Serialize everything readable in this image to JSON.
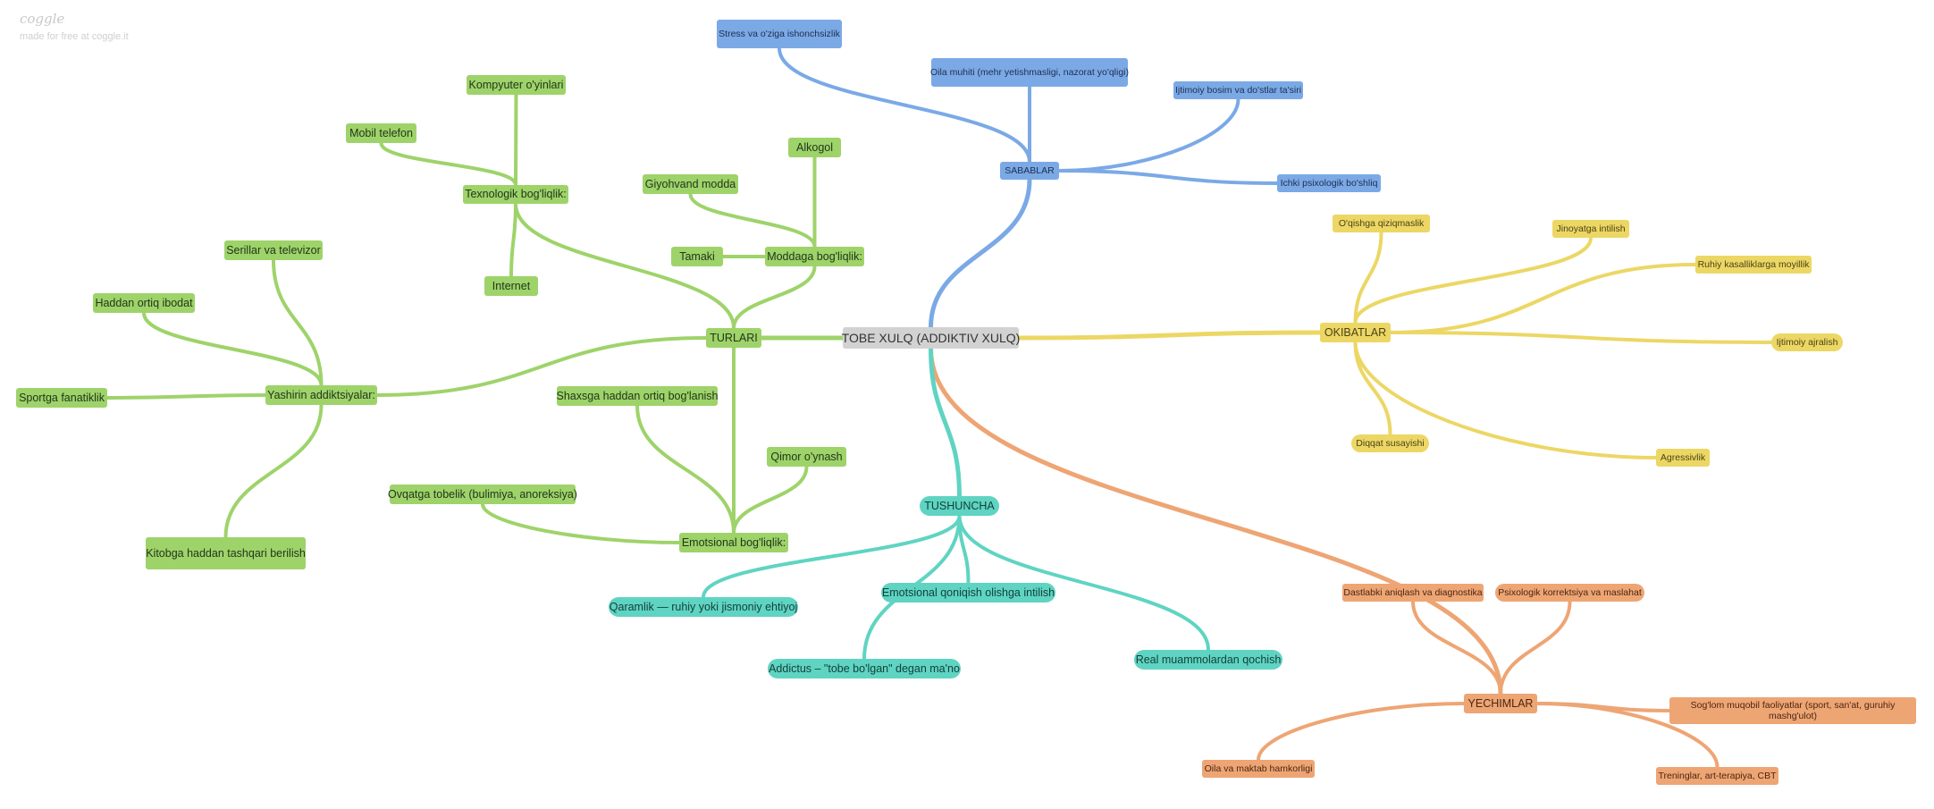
{
  "brand": {
    "logo": "coggle",
    "tagline": "made for free at coggle.it"
  },
  "colors": {
    "green": "#9ed36a",
    "blue": "#7ba9e6",
    "yellow": "#ecd765",
    "teal": "#5fd4c2",
    "orange": "#eea574",
    "center": "#d2d2d2"
  },
  "mindmap": {
    "central": "TOBE XULQ (ADDIKTIV XULQ)",
    "sabablar": {
      "title": "SABABLAR",
      "items": [
        "Stress va o'ziga ishonchsizlik",
        "Oila muhiti (mehr yetishmasligi, nazorat yo'qligi)",
        "Ijtimoiy bosim va do'stlar ta'siri",
        "Ichki psixologik bo'shliq"
      ]
    },
    "okibatlar": {
      "title": "OKIBATLAR",
      "items": [
        "O'qishga qiziqmaslik",
        "Jinoyatga intilish",
        "Ruhiy kasalliklarga moyillik",
        "Ijtimoiy ajralish",
        "Agressivlik",
        "Diqqat susayishi"
      ]
    },
    "yechimlar": {
      "title": "YECHIMLAR",
      "items": [
        "Dastlabki aniqlash va diagnostika",
        "Psixologik korrektsiya va maslahat",
        "Sog'lom muqobil faoliyatlar (sport, san'at, guruhiy mashg'ulot)",
        "Treninglar, art-terapiya, CBT",
        "Oila va maktab hamkorligi"
      ]
    },
    "tushuncha": {
      "title": "TUSHUNCHA",
      "items": [
        "Emotsional qoniqish olishga intilish",
        "Qaramlik — ruhiy yoki jismoniy ehtiyoj",
        "Addictus – \"tobe bo'lgan\" degan ma'no",
        "Real muammolardan qochish"
      ]
    },
    "turlari": {
      "title": "TURLARI",
      "texnologik": {
        "title": "Texnologik bog'liqlik:",
        "items": [
          "Kompyuter o'yinlari",
          "Mobil telefon",
          "Internet"
        ]
      },
      "moddaga": {
        "title": "Moddaga bog'liqlik:",
        "items": [
          "Alkogol",
          "Giyohvand modda",
          "Tamaki"
        ]
      },
      "yashirin": {
        "title": "Yashirin addiktsiyalar:",
        "items": [
          "Serillar va televizor",
          "Haddan ortiq ibodat",
          "Sportga fanatiklik",
          "Kitobga haddan tashqari berilish"
        ]
      },
      "emotsional": {
        "title": "Emotsional bog'liqlik:",
        "items": [
          "Shaxsga haddan ortiq bog'lanish",
          "Qimor o'ynash",
          "Ovqatga tobelik (bulimiya, anoreksiya)"
        ]
      }
    }
  }
}
